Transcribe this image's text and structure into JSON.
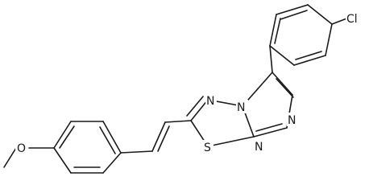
{
  "molecule": {
    "atom_labels": {
      "chlorine": "Cl",
      "oxygen": "O",
      "sulfur": "S",
      "nitrogen_1": "N",
      "nitrogen_2": "N",
      "nitrogen_3": "N",
      "nitrogen_4": "N"
    }
  }
}
